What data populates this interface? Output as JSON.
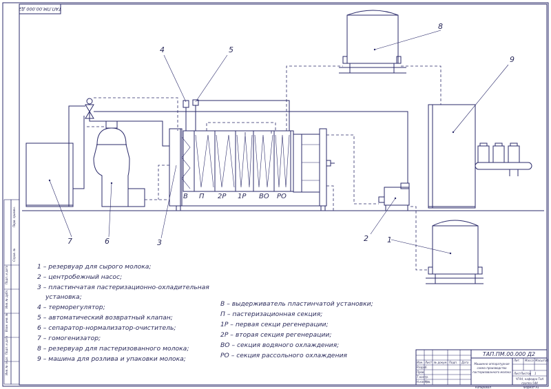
{
  "stamp_code": "ТАП.ПМ.00.000 Д2",
  "callouts": {
    "c1": "1",
    "c2": "2",
    "c3": "3",
    "c4": "4",
    "c5": "5",
    "c6": "6",
    "c7": "7",
    "c8": "8",
    "c9": "9"
  },
  "sections": {
    "s1": "В",
    "s2": "П",
    "s3": "2Р",
    "s4": "1Р",
    "s5": "ВО",
    "s6": "РО"
  },
  "legend_equipment": [
    "1 – резервуар для сырого молока;",
    "2 – центробежный насос;",
    "3 – пластинчатая пастеризационно-охладительная",
    "установка;",
    "4 – терморегулятор;",
    "5 – автоматический возвратный клапан;",
    "6 – сепаратор-нормализатор-очиститель;",
    "7 – гомогенизатор;",
    "8 – резервуар для пастеризованного молока;",
    "9 – машина для розлива и упаковки молока;"
  ],
  "legend_sections": [
    "В – выдерживатель пластинчатой установки;",
    "П – пастеризационная секция;",
    "1Р – первая секци регенерации;",
    "2Р – вторая секция регенерации;",
    "ВО – секция водяного охлаждения;",
    "РО – секция рассольного охлаждения"
  ],
  "title_block": {
    "code": "ТАП.ПМ.00.000 Д2",
    "title_lines": [
      "Машинно-аппаратурная",
      "схема производства",
      "пастеризованного молока"
    ],
    "org_lines": [
      "ЧГАА, кафедра ТоА",
      "группа 544"
    ],
    "col_labels": [
      "Изм.",
      "Лист",
      "№ докум.",
      "Подп.",
      "Дата"
    ],
    "row_labels": [
      "Разраб.",
      "Пров.",
      "Т.контр.",
      "Н.контр.",
      "Утв."
    ],
    "right_labels": [
      "Лит.",
      "Масса",
      "Масштаб"
    ],
    "sheet_label": "Лист",
    "sheets_label": "Листов",
    "sheets_value": "1",
    "copy_label": "Копировал",
    "format_label": "Формат   А1"
  },
  "side_strip": [
    "Инв. № подл.",
    "Подп. и дата",
    "Взам. инв. №",
    "Инв. № дубл.",
    "Подп. и дата",
    "Справ. №",
    "Перв. примен."
  ]
}
